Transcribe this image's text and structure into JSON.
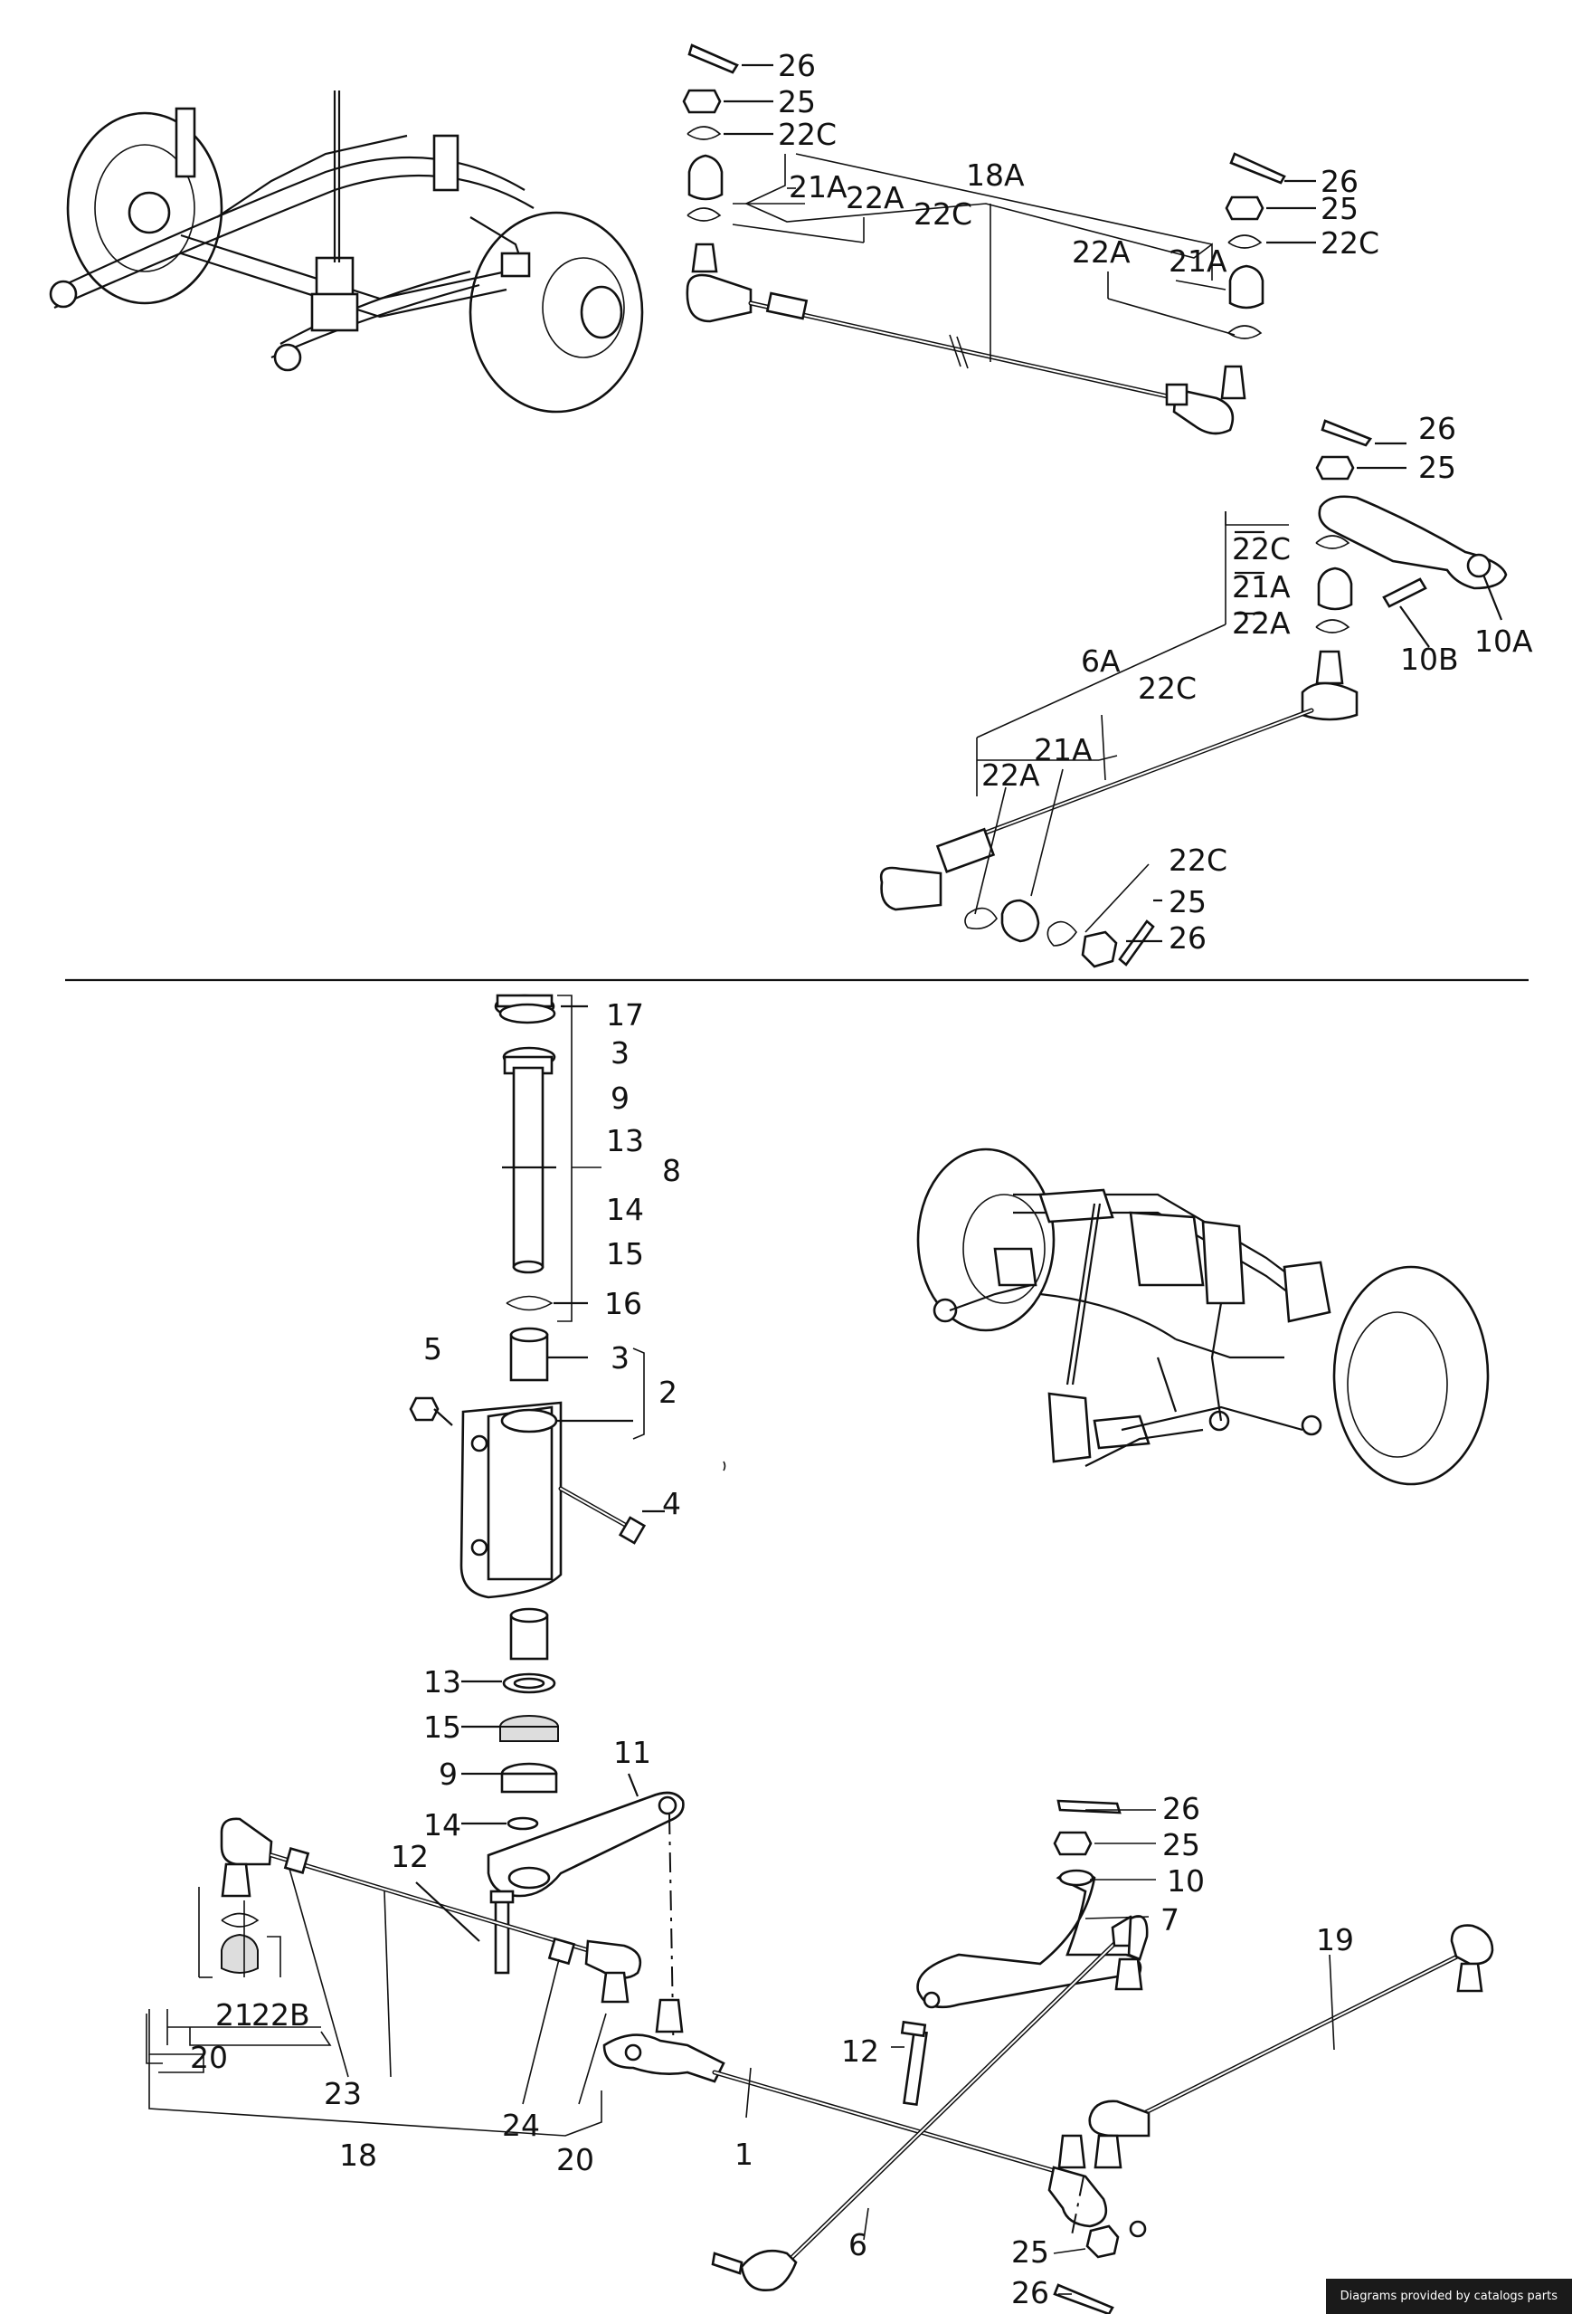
{
  "credit": "Diagrams provided by catalogs parts",
  "top_labels": {
    "p26a": "26",
    "p25a": "25",
    "p22ca": "22C",
    "p18a": "18A",
    "p21a_a": "21A",
    "p22a_a": "22A",
    "p22c_b": "22C",
    "p26b": "26",
    "p25b": "25",
    "p22c_c": "22C",
    "p22a_b": "22A",
    "p21a_b": "21A",
    "p26c": "26",
    "p25c": "25",
    "p22c_d": "22C",
    "p21a_c": "21A",
    "p22a_c": "22A",
    "p10b": "10B",
    "p10a": "10A",
    "p6a": "6A",
    "p22c_e": "22C",
    "p22a_d": "22A",
    "p21a_d": "21A",
    "p22c_f": "22C",
    "p25d": "25",
    "p26d": "26"
  },
  "bottom_labels": {
    "p17": "17",
    "p3a": "3",
    "p9a": "9",
    "p13a": "13",
    "p8": "8",
    "p14a": "14",
    "p15a": "15",
    "p16": "16",
    "p5": "5",
    "p3b": "3",
    "p2": "2",
    "p4": "4",
    "p13b": "13",
    "p15b": "15",
    "p9b": "9",
    "p14b": "14",
    "p11": "11",
    "p12a": "12",
    "p21": "21",
    "p22b": "22B",
    "p20a": "20",
    "p23": "23",
    "p18": "18",
    "p24": "24",
    "p20b": "20",
    "p26e": "26",
    "p25e": "25",
    "p10": "10",
    "p7": "7",
    "p19": "19",
    "p12b": "12",
    "p1": "1",
    "p6": "6",
    "p25f": "25",
    "p26f": "26"
  }
}
